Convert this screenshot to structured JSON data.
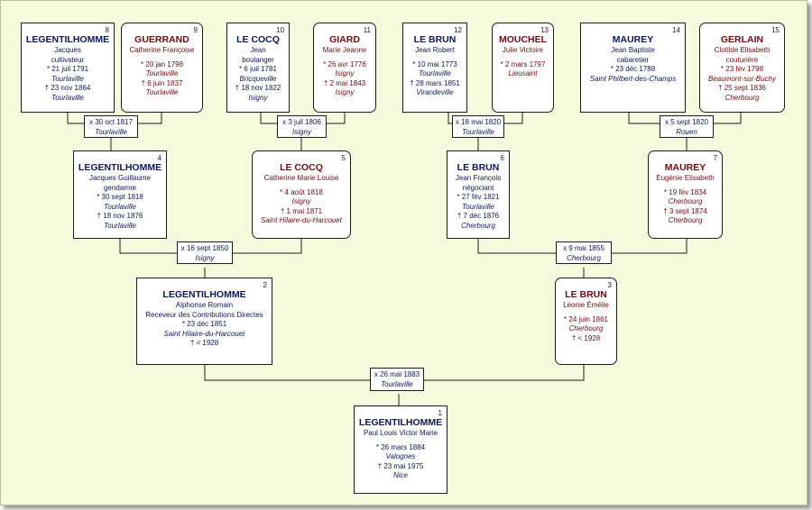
{
  "persons": {
    "p1": {
      "num": "1",
      "surname": "LEGENTILHOMME",
      "given": "Paul Louis Victor Marie",
      "occ": "",
      "birth": "* 26 mars 1884",
      "birth_place": "Valognes",
      "death": "† 23 mai 1975",
      "death_place": "Nice"
    },
    "p2": {
      "num": "2",
      "surname": "LEGENTILHOMME",
      "given": "Alphonse Romain",
      "occ": "Receveur des Contributions Directes",
      "birth": "* 23 déc 1851",
      "birth_place": "Saint Hilaire-du-Harcouet",
      "death": "† < 1928",
      "death_place": ""
    },
    "p3": {
      "num": "3",
      "surname": "LE BRUN",
      "given": "Léonie Émélie",
      "occ": "",
      "birth": "* 24 juin 1861",
      "birth_place": "Cherbourg",
      "death": "† < 1928",
      "death_place": ""
    },
    "p4": {
      "num": "4",
      "surname": "LEGENTILHOMME",
      "given": "Jacques Guillaume",
      "occ": "gendarme",
      "birth": "* 30 sept 1818",
      "birth_place": "Tourlaville",
      "death": "† 18 nov 1876",
      "death_place": "Tourlaville"
    },
    "p5": {
      "num": "5",
      "surname": "LE COCQ",
      "given": "Catherine Marie Louise",
      "occ": "",
      "birth": "* 4 août 1818",
      "birth_place": "Isigny",
      "death": "† 1 mai 1871",
      "death_place": "Saint Hilaire-du-Harcouet"
    },
    "p6": {
      "num": "6",
      "surname": "LE BRUN",
      "given": "Jean François",
      "occ": "négociant",
      "birth": "* 27 fév 1821",
      "birth_place": "Tourlaville",
      "death": "† 7 déc 1876",
      "death_place": "Cherbourg"
    },
    "p7": {
      "num": "7",
      "surname": "MAUREY",
      "given": "Eugénie Elisabeth",
      "occ": "",
      "birth": "* 19 fév 1834",
      "birth_place": "Cherbourg",
      "death": "† 3 sept 1874",
      "death_place": "Cherbourg"
    },
    "p8": {
      "num": "8",
      "surname": "LEGENTILHOMME",
      "given": "Jacques",
      "occ": "cultivateur",
      "birth": "* 21 juil 1791",
      "birth_place": "Tourlaville",
      "death": "† 23 nov 1864",
      "death_place": "Tourlaville"
    },
    "p9": {
      "num": "9",
      "surname": "GUERRAND",
      "given": "Catherine Françoise",
      "occ": "",
      "birth": "* 20 jan 1798",
      "birth_place": "Tourlaville",
      "death": "† 6 juin 1837",
      "death_place": "Tourlaville"
    },
    "p10": {
      "num": "10",
      "surname": "LE COCQ",
      "given": "Jean",
      "occ": "boulanger",
      "birth": "* 6 juil 1781",
      "birth_place": "Bricqueville",
      "death": "† 18 nov 1822",
      "death_place": "Isigny"
    },
    "p11": {
      "num": "11",
      "surname": "GIARD",
      "given": "Marie Jeanne",
      "occ": "",
      "birth": "* 26 avr 1776",
      "birth_place": "Isigny",
      "death": "† 2 mai 1843",
      "death_place": "Isigny"
    },
    "p12": {
      "num": "12",
      "surname": "LE BRUN",
      "given": "Jean Robert",
      "occ": "",
      "birth": "* 10 mai 1773",
      "birth_place": "Tourlaville",
      "death": "† 28 mars 1851",
      "death_place": "Virandeville"
    },
    "p13": {
      "num": "13",
      "surname": "MOUCHEL",
      "given": "Julie Victoire",
      "occ": "",
      "birth": "* 2 mars 1797",
      "birth_place": "Lieusaint",
      "death": "",
      "death_place": ""
    },
    "p14": {
      "num": "14",
      "surname": "MAUREY",
      "given": "Jean Baptiste",
      "occ": "cabaretier",
      "birth": "* 23 déc 1788",
      "birth_place": "Saint Philbert-des-Champs",
      "death": "",
      "death_place": ""
    },
    "p15": {
      "num": "15",
      "surname": "GERLAIN",
      "given": "Clotilde Elisabeth",
      "occ": "couturière",
      "birth": "* 23 fév 1798",
      "birth_place": "Beaumont-sur-Buchy",
      "death": "† 25 sept 1836",
      "death_place": "Cherbourg"
    }
  },
  "marriages": {
    "m1": {
      "date": "x 26 mai 1883",
      "place": "Tourlaville"
    },
    "m2": {
      "date": "x 16 sept 1850",
      "place": "Isigny"
    },
    "m3": {
      "date": "x 9 mai 1855",
      "place": "Cherbourg"
    },
    "m4": {
      "date": "x 30 oct 1817",
      "place": "Tourlaville"
    },
    "m5": {
      "date": "x 3 juil 1806",
      "place": "Isigny"
    },
    "m6": {
      "date": "x 18 mai 1820",
      "place": "Tourlaville"
    },
    "m7": {
      "date": "x 5 sept 1820",
      "place": "Rouen"
    }
  },
  "colors": {
    "background": "#f5fadc",
    "male_text": "#0b1a52",
    "female_text": "#6b0d0d",
    "line": "#1c1c1c"
  }
}
